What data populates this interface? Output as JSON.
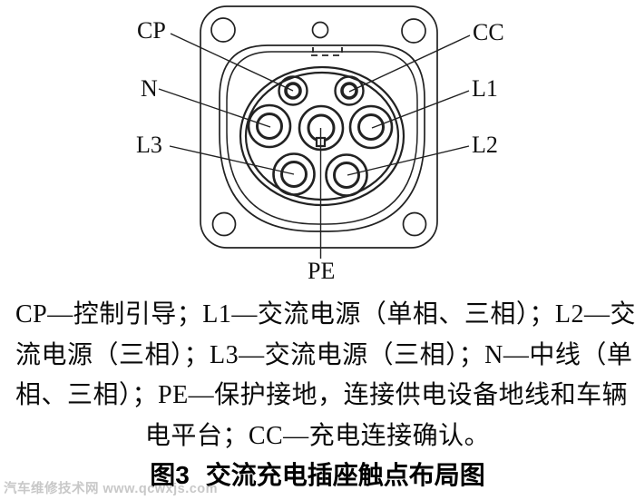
{
  "figure": {
    "pin_labels": {
      "cp": "CP",
      "cc": "CC",
      "n": "N",
      "l1": "L1",
      "l3": "L3",
      "l2": "L2",
      "pe": "PE"
    }
  },
  "legend": {
    "lines": [
      "CP—控制引导；L1—交流电源（单相、三相）；L2—交",
      "流电源（三相）；L3—交流电源（三相）；N—中线（单",
      "相、三相）；PE—保护接地，连接供电设备地线和车辆",
      "电平台；CC—充电连接确认。"
    ]
  },
  "caption": {
    "figure_no": "图3",
    "title": "交流充电插座触点布局图"
  },
  "watermark": {
    "text": "汽车维修技术网 www.qcwxjs.com"
  },
  "colors": {
    "line": "#222222",
    "text": "#0a0a0a",
    "watermark": "#c8c8c8",
    "background": "#ffffff"
  }
}
